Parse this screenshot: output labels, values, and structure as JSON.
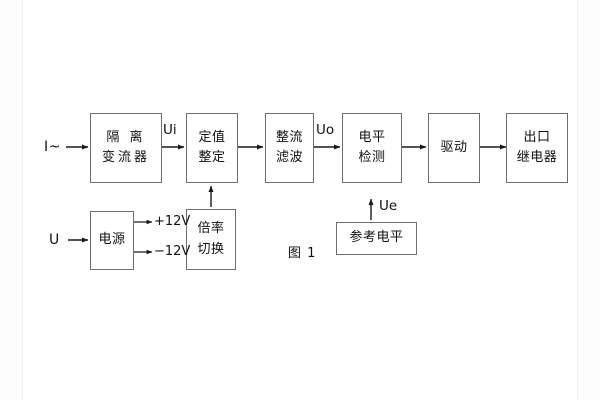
{
  "figure": {
    "caption": "图 1",
    "type": "block-diagram",
    "background_color": "#ffffff",
    "line_color": "#6f6f6f",
    "text_color": "#101010"
  },
  "main_chain": {
    "blocks": [
      {
        "id": "isolation-transformer",
        "line1": "隔 离",
        "line2": "变流器"
      },
      {
        "id": "setting-adjust",
        "line1": "定值",
        "line2": "整定"
      },
      {
        "id": "rectify-filter",
        "line1": "整流",
        "line2": "滤波"
      },
      {
        "id": "level-detect",
        "line1": "电平",
        "line2": "检测"
      },
      {
        "id": "drive",
        "line1": "驱动",
        "line2": ""
      },
      {
        "id": "output-relay",
        "line1": "出口",
        "line2": "继电器"
      }
    ]
  },
  "support_blocks": [
    {
      "id": "power-supply",
      "line1": "电源",
      "line2": ""
    },
    {
      "id": "range-switch",
      "line1": "倍率",
      "line2": "切换"
    },
    {
      "id": "reference-level",
      "line1": "参考电平",
      "line2": ""
    }
  ],
  "signals": {
    "current_input": "I~",
    "voltage_input": "U",
    "ui": "Ui",
    "uo": "Uo",
    "ue": "Ue",
    "rail_positive": "+12V",
    "rail_negative": "−12V"
  }
}
